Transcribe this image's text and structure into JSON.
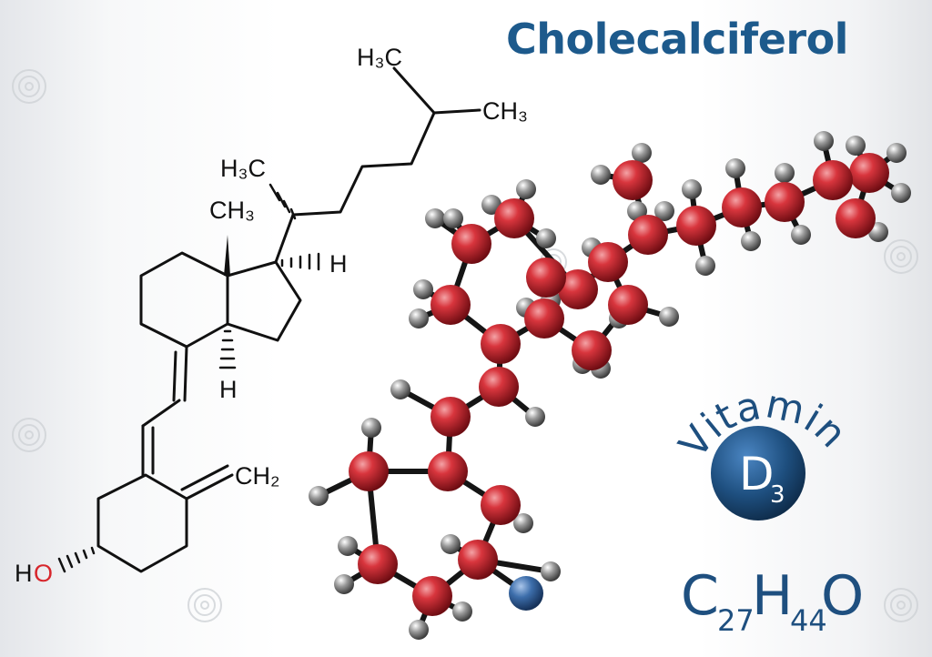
{
  "title": "Cholecalciferol",
  "structure_labels": {
    "h3c_top": "H₃C",
    "ch3_right": "CH₃",
    "h3c_side": "H₃C",
    "ch3_angular": "CH₃",
    "h_right": "H",
    "h_bottom": "H",
    "ch2": "CH₂",
    "ho_h": "H",
    "ho_o": "O"
  },
  "badge": {
    "word": "Vitamin",
    "letter": "D",
    "subscript": "3"
  },
  "formula": {
    "c": "C",
    "c_sub": "27",
    "h": "H",
    "h_sub": "44",
    "o": "O"
  },
  "colors": {
    "title": "#1d5a8c",
    "carbon": "#c0262e",
    "hydrogen": "#8e8e8e",
    "oxygen": "#3a6aa6",
    "badge": "#1e4f7f",
    "ink": "#111111",
    "heteroatom_o": "#d7262c"
  },
  "icons": [
    "watermark-spiral-icon"
  ]
}
